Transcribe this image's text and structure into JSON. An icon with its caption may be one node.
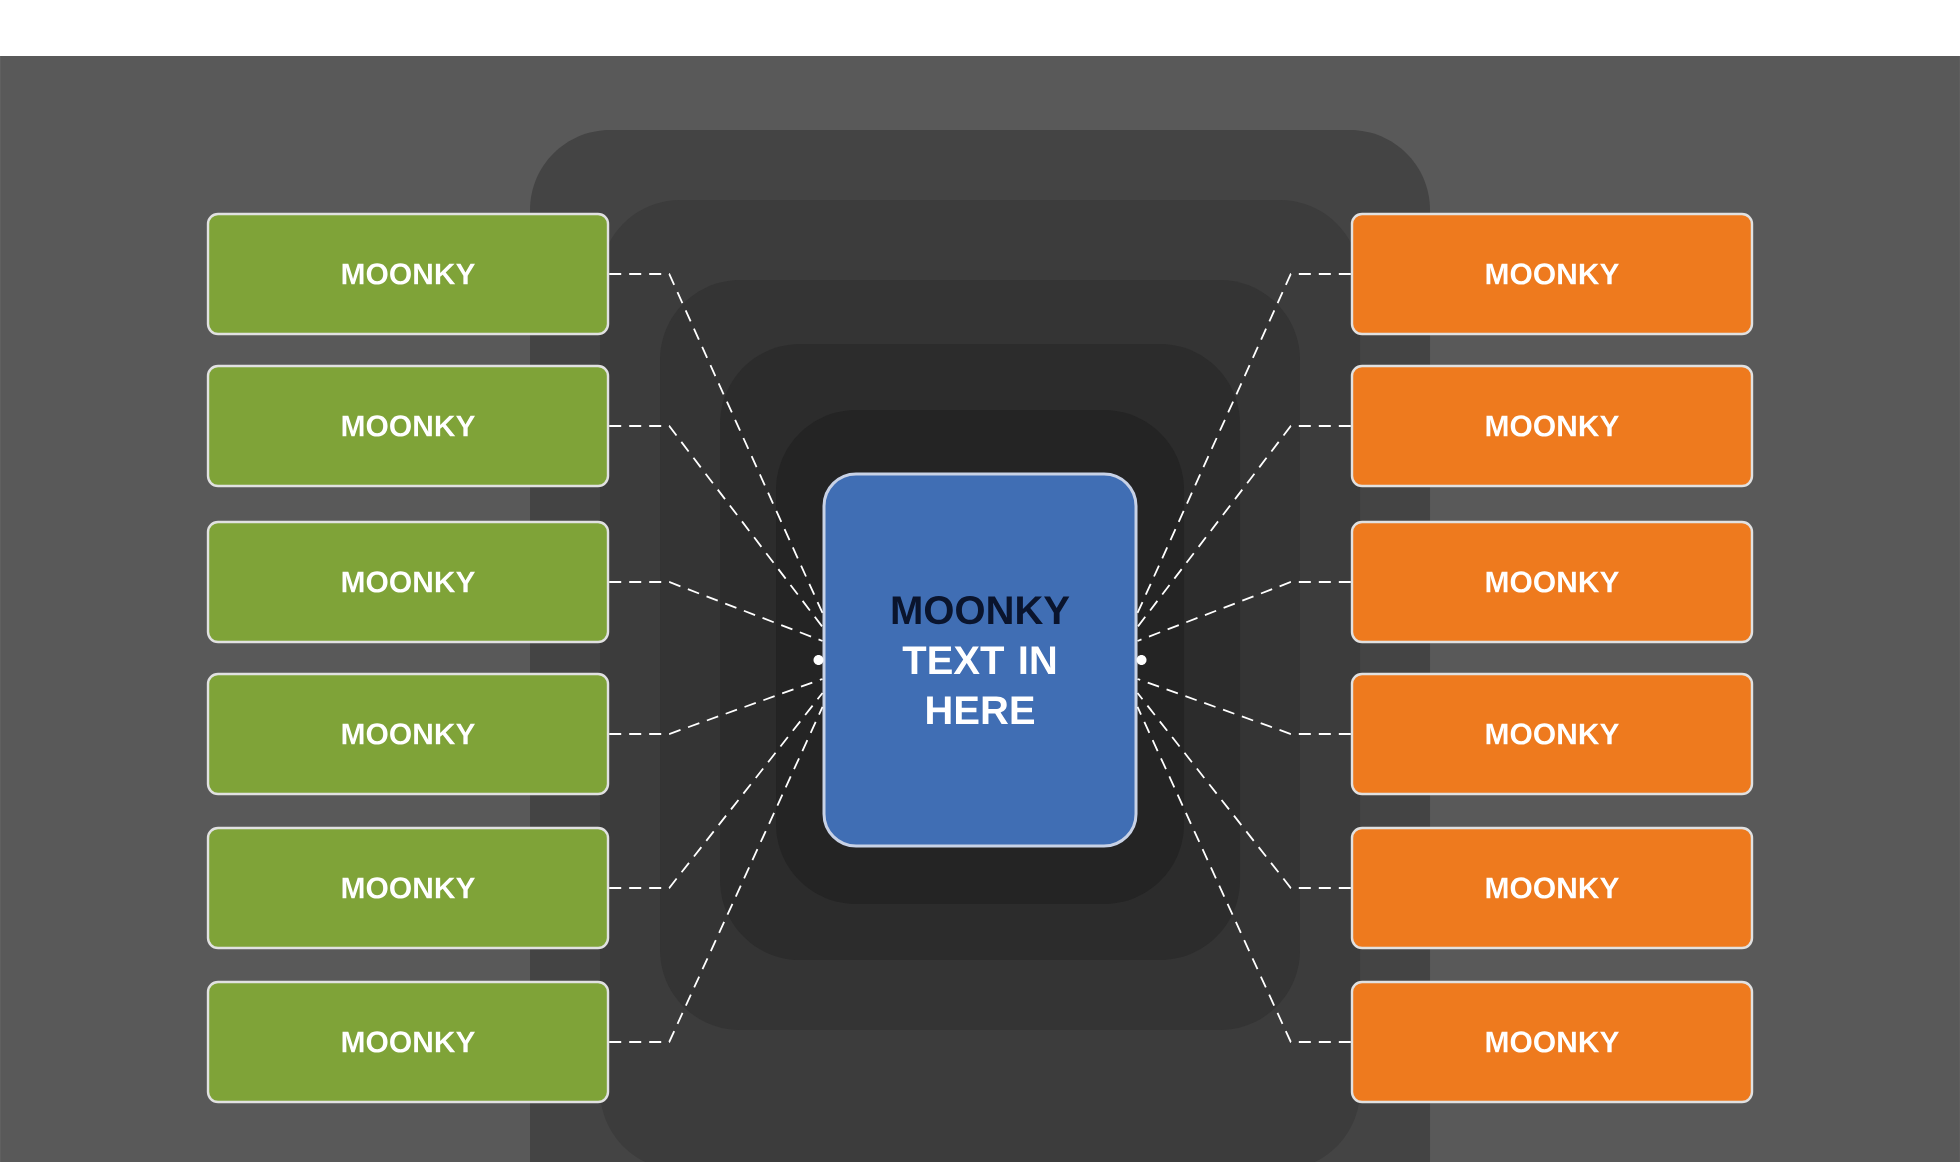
{
  "diagram": {
    "nodes": [
      {
        "text": [
          "MOONKY"
        ]
      },
      {
        "text": [
          "MOONKY"
        ]
      },
      {
        "text": [
          "MOONKY"
        ]
      },
      {
        "text": [
          "MOONKY"
        ]
      },
      {
        "text": [
          "MOONKY"
        ]
      },
      {
        "text": [
          "MOONKY"
        ]
      },
      {
        "text": [
          "MOONKY",
          "TEXT IN HERE"
        ]
      },
      {
        "text": [
          "MOONKY"
        ]
      },
      {
        "text": [
          "MOONKY"
        ]
      },
      {
        "text": [
          "MOONKY"
        ]
      },
      {
        "text": [
          "MOONKY"
        ]
      },
      {
        "text": [
          "MOONKY"
        ]
      },
      {
        "text": [
          "MOONKY"
        ]
      }
    ],
    "edges": [
      {
        "from": 0,
        "to": 6,
        "arrow": "none",
        "style": "dashed"
      },
      {
        "from": 1,
        "to": 6,
        "arrow": "none",
        "style": "dashed"
      },
      {
        "from": 2,
        "to": 6,
        "arrow": "none",
        "style": "dashed"
      },
      {
        "from": 3,
        "to": 6,
        "arrow": "none",
        "style": "dashed"
      },
      {
        "from": 4,
        "to": 6,
        "arrow": "none",
        "style": "dashed"
      },
      {
        "from": 5,
        "to": 6,
        "arrow": "none",
        "style": "dashed"
      },
      {
        "from": 7,
        "to": 6,
        "arrow": "none",
        "style": "dashed"
      },
      {
        "from": 8,
        "to": 6,
        "arrow": "none",
        "style": "dashed"
      },
      {
        "from": 9,
        "to": 6,
        "arrow": "none",
        "style": "dashed"
      },
      {
        "from": 10,
        "to": 6,
        "arrow": "none",
        "style": "dashed"
      },
      {
        "from": 11,
        "to": 6,
        "arrow": "none",
        "style": "dashed"
      },
      {
        "from": 12,
        "to": 6,
        "arrow": "none",
        "style": "dashed"
      }
    ]
  }
}
